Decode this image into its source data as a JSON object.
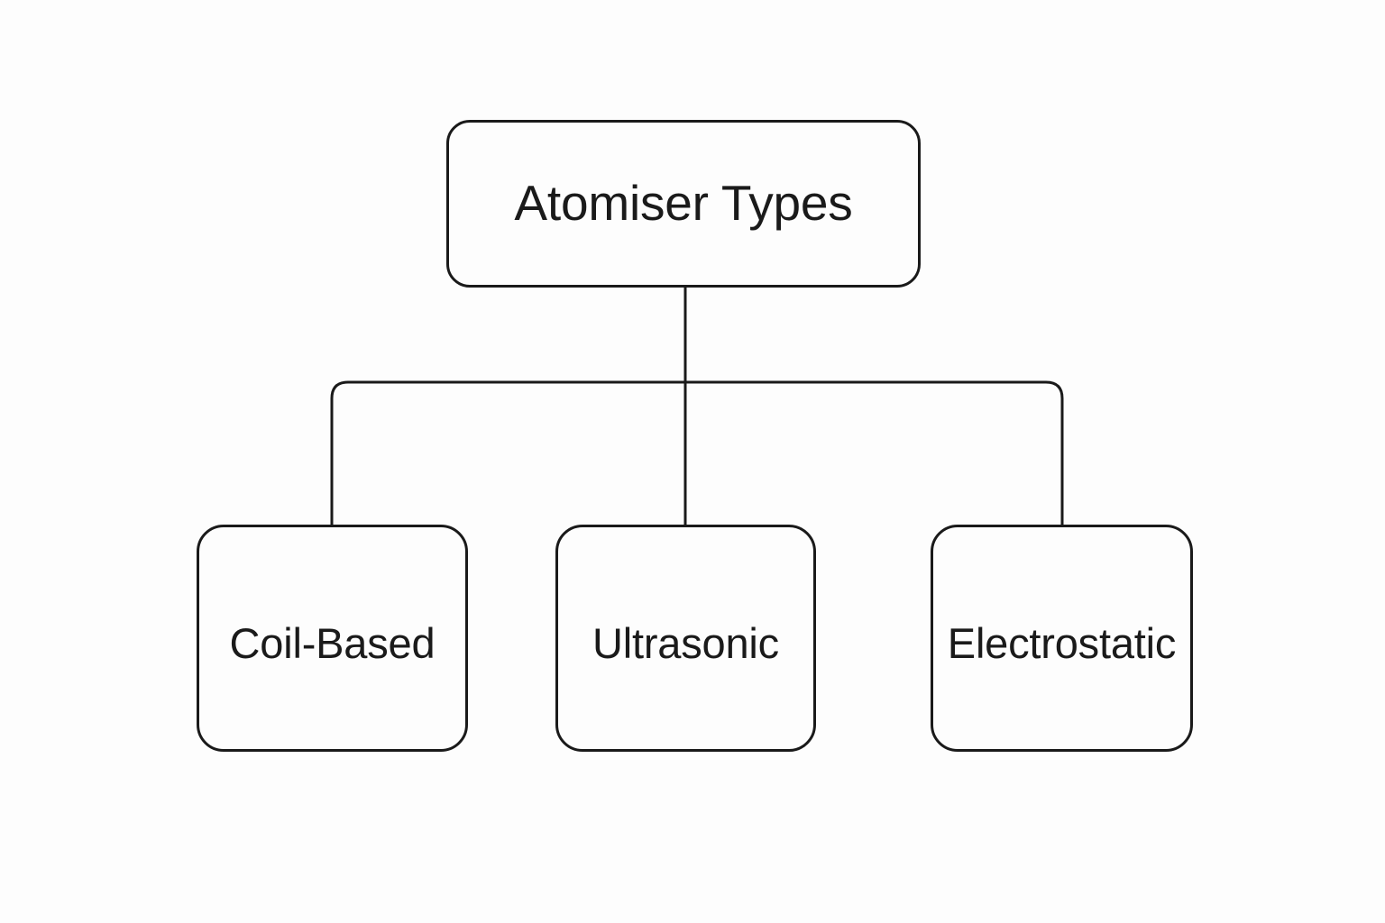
{
  "diagram": {
    "type": "tree-hierarchy",
    "orientation": "top-down",
    "background_color": "#fdfdfd",
    "stroke_color": "#1a1a1a",
    "root": {
      "label": "Atomiser Types"
    },
    "children": [
      {
        "label": "Coil-Based"
      },
      {
        "label": "Ultrasonic"
      },
      {
        "label": "Electrostatic"
      }
    ]
  }
}
